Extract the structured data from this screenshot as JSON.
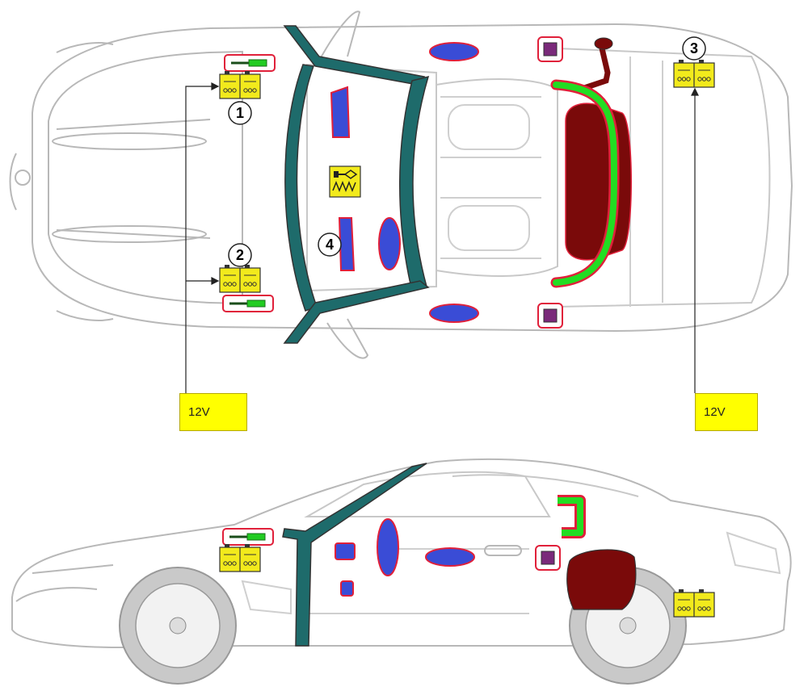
{
  "voltage_labels": [
    {
      "id": "front",
      "text": "12V"
    },
    {
      "id": "rear",
      "text": "12V"
    }
  ],
  "callouts": [
    {
      "number": "1"
    },
    {
      "number": "2"
    },
    {
      "number": "3"
    },
    {
      "number": "4"
    }
  ],
  "colors": {
    "pillar": "#1e6b6b",
    "airbag": "#3a4cd6",
    "airbag_outline": "#e0203a",
    "battery": "#f2ea1c",
    "box_highlight": "#ffff00",
    "fuel_tank": "#7a0a0a",
    "rollover": "#22dd22",
    "sensor": "#7a2a7a",
    "car_outline": "#b8b8b8",
    "wheel": "#c9c9c9"
  },
  "icons": [
    "battery-icon",
    "disconnect-icon",
    "gas-generator-icon",
    "control-unit-icon"
  ]
}
